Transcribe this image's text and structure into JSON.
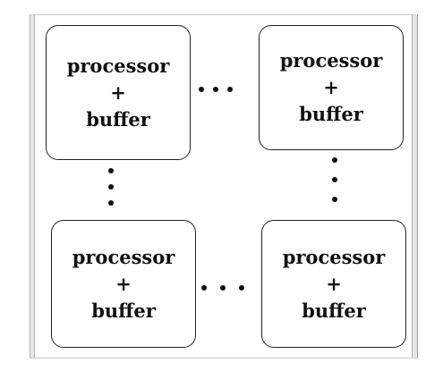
{
  "diagram": {
    "nodes": [
      {
        "id": "top-left",
        "line1": "processor",
        "line2": "+",
        "line3": "buffer"
      },
      {
        "id": "top-right",
        "line1": "processor",
        "line2": "+",
        "line3": "buffer"
      },
      {
        "id": "bottom-left",
        "line1": "processor",
        "line2": "+",
        "line3": "buffer"
      },
      {
        "id": "bottom-right",
        "line1": "processor",
        "line2": "+",
        "line3": "buffer"
      }
    ],
    "ellipses": [
      {
        "id": "top",
        "orientation": "horizontal",
        "count": 3
      },
      {
        "id": "bottom",
        "orientation": "horizontal",
        "count": 3
      },
      {
        "id": "left",
        "orientation": "vertical",
        "count": 3
      },
      {
        "id": "right",
        "orientation": "vertical",
        "count": 3
      }
    ],
    "colors": {
      "stroke": "#222222",
      "dot": "#111111",
      "background": "#ffffff"
    }
  }
}
